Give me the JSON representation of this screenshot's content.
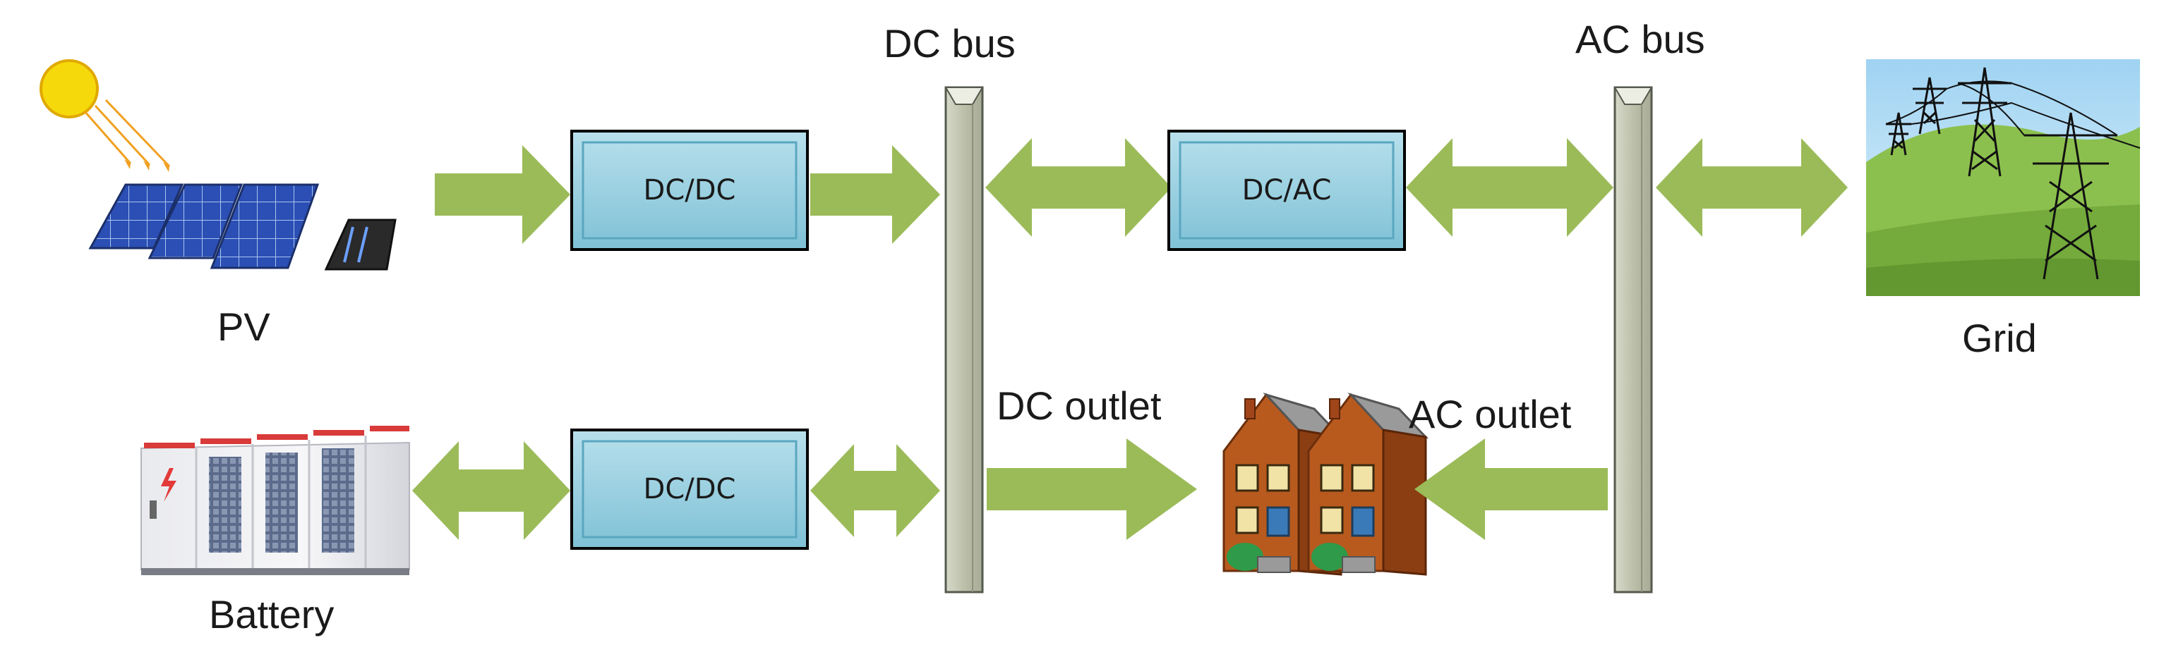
{
  "labels": {
    "dc_bus": "DC bus",
    "ac_bus": "AC bus",
    "pv": "PV",
    "grid": "Grid",
    "battery": "Battery",
    "dc_outlet": "DC outlet",
    "ac_outlet": "AC outlet"
  },
  "converters": {
    "pv_dcdc": "DC/DC",
    "battery_dcdc": "DC/DC",
    "inverter": "DC/AC"
  },
  "colors": {
    "arrow": "#9bbb59",
    "converter_fill": "#93cddd",
    "converter_border": "#000000",
    "bus_fill": "#c4c7b4",
    "bus_border": "#555a4e",
    "text": "#1a1a1a"
  },
  "icons": {
    "pv": "solar-panel-icon",
    "sun": "sun-icon",
    "battery": "battery-storage-icon",
    "grid": "transmission-tower-icon",
    "load": "houses-icon"
  }
}
